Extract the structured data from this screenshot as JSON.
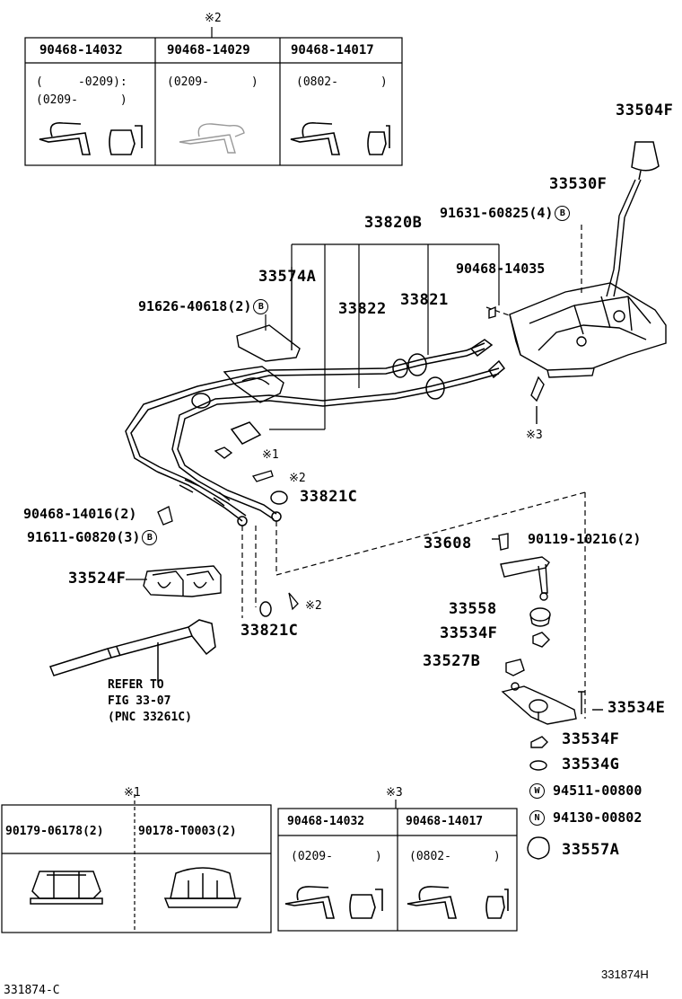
{
  "top_box": {
    "marker": "※2",
    "columns": [
      {
        "part": "90468-14032",
        "range1": "(     -0209):",
        "range2": "(0209-      )"
      },
      {
        "part": "90468-14029",
        "range1": "(0209-      )",
        "range2": ""
      },
      {
        "part": "90468-14017",
        "range1": "(0802-      )",
        "range2": ""
      }
    ]
  },
  "labels": {
    "knob": "33504F",
    "shift_lever": "33530F",
    "cable_assy": "33820B",
    "bolt_top": "91631-60825(4)",
    "bolt_top_mark": "B",
    "clip_top": "90468-14035",
    "retainer": "33574A",
    "bolt_retainer": "91626-40618(2)",
    "bolt_retainer_mark": "B",
    "cable_a": "33822",
    "cable_b": "33821",
    "marker_3": "※3",
    "marker_1": "※1",
    "marker_2a": "※2",
    "marker_2b": "※2",
    "bushing_a": "33821C",
    "bushing_b": "33821C",
    "clip_left": "90468-14016(2)",
    "bolt_left": "91611-G0820(3)",
    "bolt_left_mark": "B",
    "bracket": "33524F",
    "lever_sub": "33608",
    "bolt_lever": "90119-10216(2)",
    "bush_1": "33558",
    "bush_2": "33534F",
    "bush_3": "33527B",
    "lever_2": "33534E",
    "bush_4": "33534F",
    "bush_5": "33534G",
    "washer": "94511-00800",
    "washer_mark": "W",
    "nut": "94130-00802",
    "nut_mark": "N",
    "cap": "33557A",
    "refer_1": "REFER TO",
    "refer_2": "FIG 33-07",
    "refer_3": "(PNC 33261C)"
  },
  "bottom_left_box": {
    "marker": "※1",
    "columns": [
      {
        "part": "90179-06178(2)"
      },
      {
        "part": "90178-T0003(2)"
      }
    ]
  },
  "bottom_right_box": {
    "marker": "※3",
    "columns": [
      {
        "part": "90468-14032",
        "range1": "(0209-      )"
      },
      {
        "part": "90468-14017",
        "range1": "(0802-      )"
      }
    ]
  },
  "footer": {
    "left_code": "331874-C",
    "right_code": "331874H"
  }
}
